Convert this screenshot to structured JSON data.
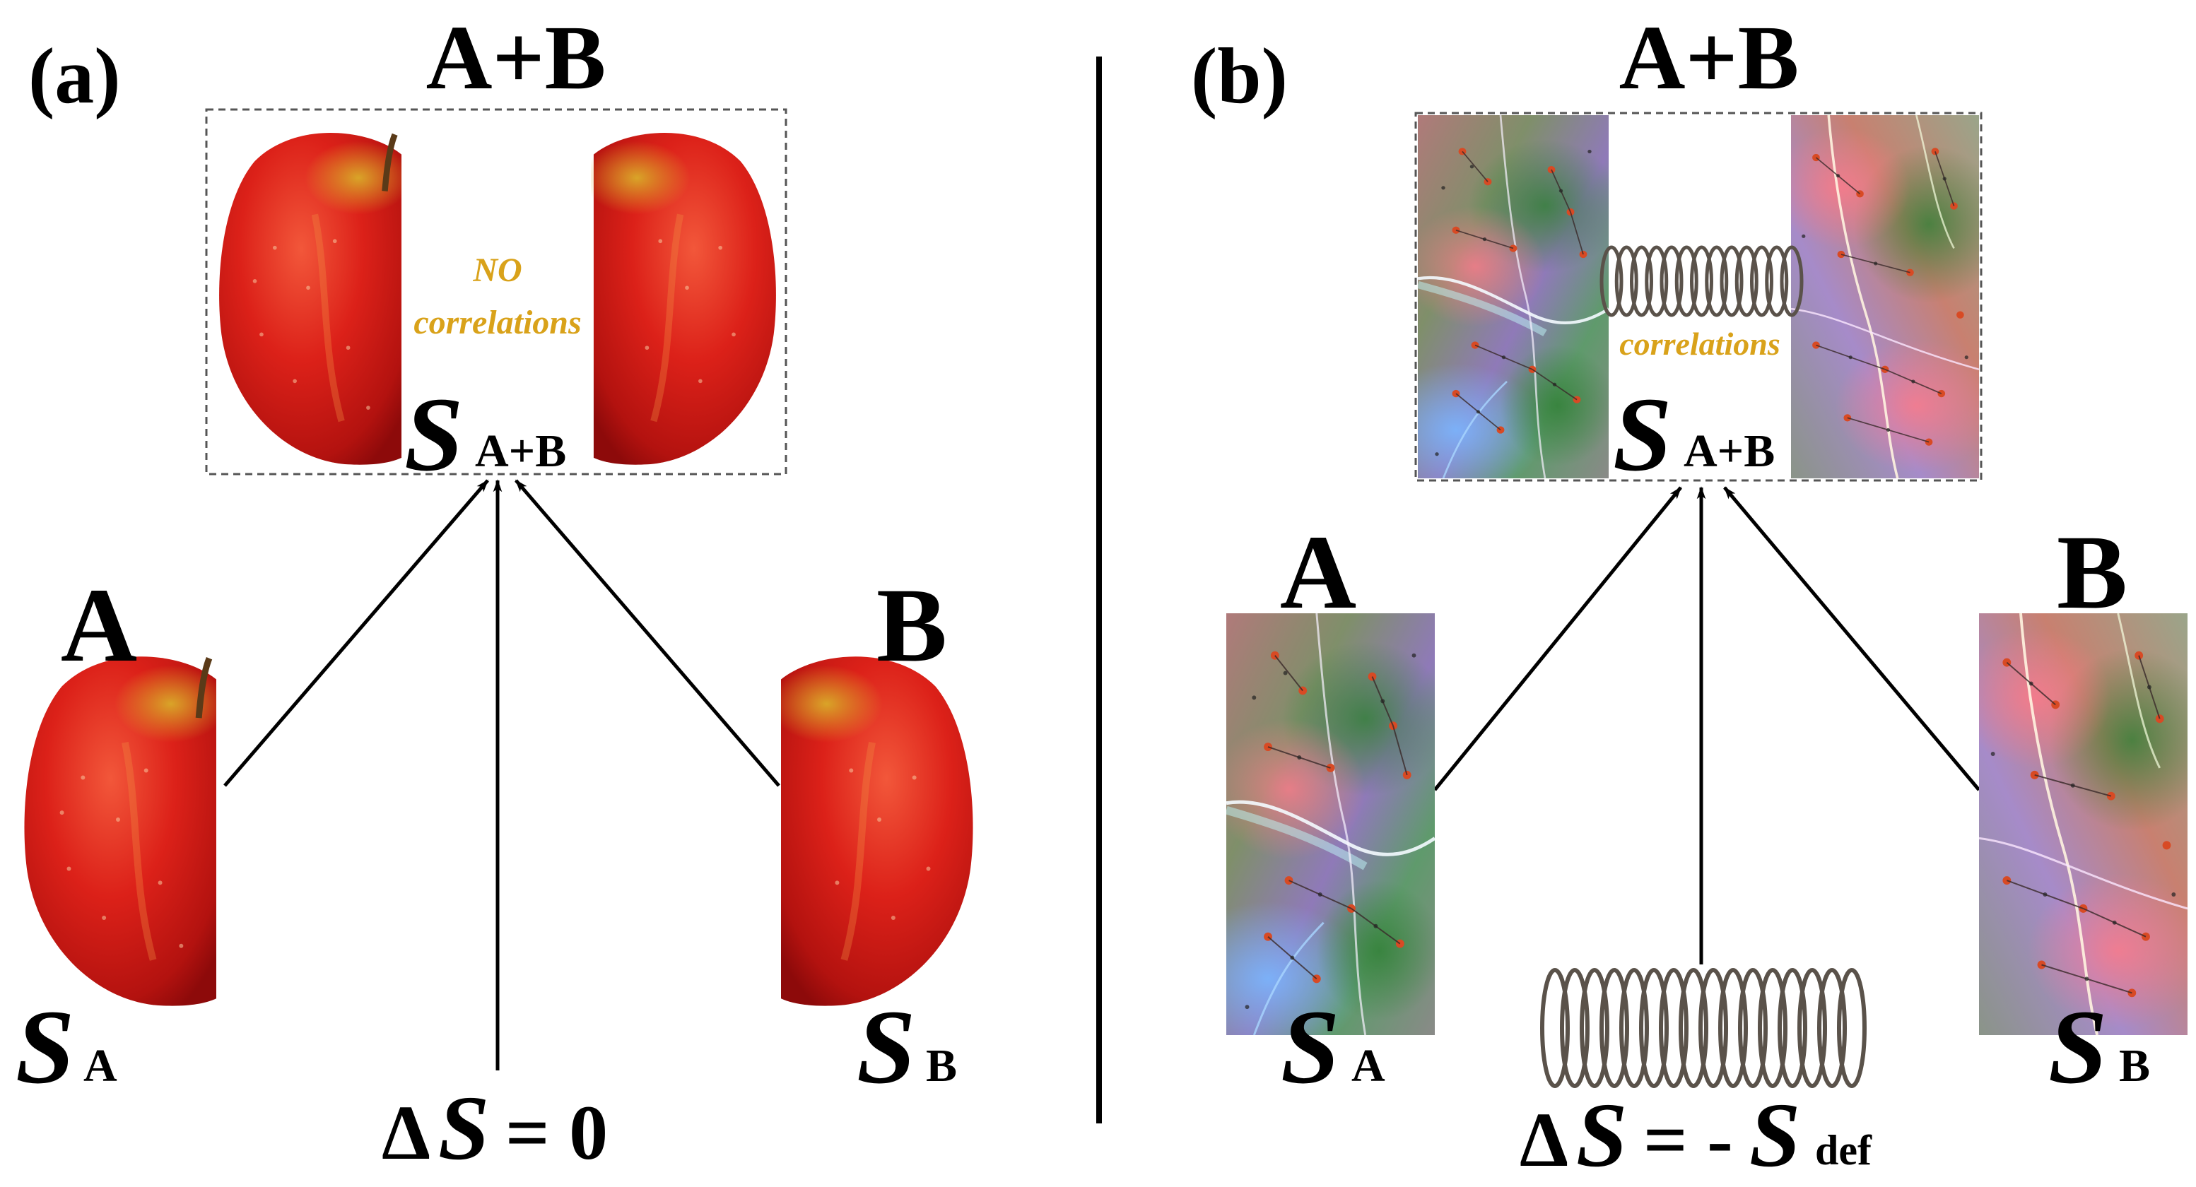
{
  "panel_a": {
    "tag": "(a)",
    "top_label": "A+B",
    "box_caption_line1": "NO",
    "box_caption_line2": "correlations",
    "sum_entropy": {
      "symbol": "S",
      "subscript": "A+B"
    },
    "left_label": "A",
    "right_label": "B",
    "left_entropy": {
      "symbol": "S",
      "subscript": "A"
    },
    "right_entropy": {
      "symbol": "S",
      "subscript": "B"
    },
    "delta": {
      "prefix": "Δ",
      "symbol": "S",
      "rhs": "= 0"
    }
  },
  "panel_b": {
    "tag": "(b)",
    "top_label": "A+B",
    "box_caption": "correlations",
    "sum_entropy": {
      "symbol": "S",
      "subscript": "A+B"
    },
    "left_label": "A",
    "right_label": "B",
    "left_entropy": {
      "symbol": "S",
      "subscript": "A"
    },
    "right_entropy": {
      "symbol": "S",
      "subscript": "B"
    },
    "delta": {
      "prefix": "Δ",
      "symbol": "S",
      "rhs": "= -",
      "rhs_symbol": "S",
      "rhs_subscript": "def"
    }
  },
  "colors": {
    "apple_red": "#d8201c",
    "caption_gold": "#d9a21a",
    "arrow": "#000000"
  },
  "icons": [
    "apple-half-icon",
    "spring-icon",
    "molecular-network-texture"
  ]
}
